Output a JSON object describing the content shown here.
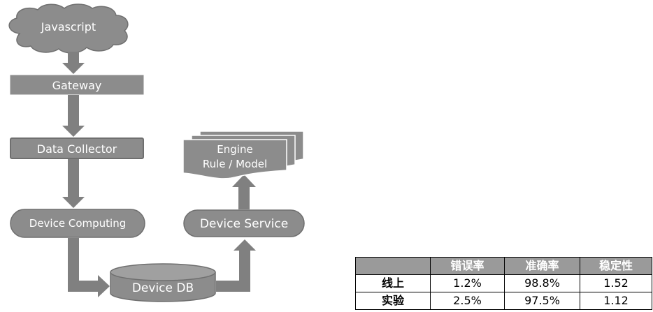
{
  "diagram": {
    "nodes": {
      "javascript": "Javascript",
      "gateway": "Gateway",
      "data_collector": "Data Collector",
      "device_computing": "Device Computing",
      "device_db": "Device DB",
      "device_service": "Device Service",
      "engine_line1": "Engine",
      "engine_line2": "Rule / Model"
    }
  },
  "table": {
    "columns": [
      "",
      "错误率",
      "准确率",
      "稳定性"
    ],
    "rows": [
      {
        "label": "线上",
        "error_rate": "1.2%",
        "accuracy": "98.8%",
        "stability": "1.52"
      },
      {
        "label": "实验",
        "error_rate": "2.5%",
        "accuracy": "97.5%",
        "stability": "1.12"
      }
    ]
  },
  "colors": {
    "node_fill": "#8c8c8c",
    "arrow_fill": "#808080",
    "outline": "#6f6f6f",
    "header_fill": "#9a9a9a"
  }
}
